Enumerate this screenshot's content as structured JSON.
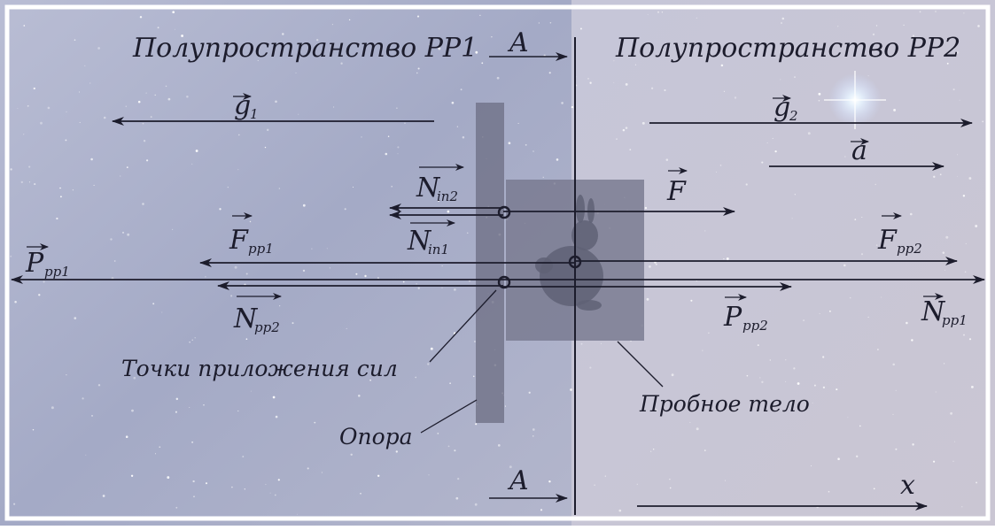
{
  "regions": {
    "left_title": "Полупространство РР1",
    "right_title": "Полупространство РР2"
  },
  "section": {
    "top": "A",
    "bottom": "A"
  },
  "vectors": {
    "g1": {
      "letter": "g",
      "sub": "1"
    },
    "g2": {
      "letter": "g",
      "sub": "2"
    },
    "a": {
      "letter": "a",
      "sub": ""
    },
    "F": {
      "letter": "F",
      "sub": ""
    },
    "N_in2": {
      "letter": "N",
      "sub": "in2"
    },
    "N_in1": {
      "letter": "N",
      "sub": "in1"
    },
    "F_pp1": {
      "letter": "F",
      "sub": "pp1"
    },
    "F_pp2": {
      "letter": "F",
      "sub": "pp2"
    },
    "P_pp1": {
      "letter": "P",
      "sub": "pp1"
    },
    "N_pp2": {
      "letter": "N",
      "sub": "pp2"
    },
    "P_pp2": {
      "letter": "P",
      "sub": "pp2"
    },
    "N_pp1": {
      "letter": "N",
      "sub": "pp1"
    }
  },
  "axis": {
    "x_label": "x"
  },
  "captions": {
    "points": "Точки приложения сил",
    "support": "Опора",
    "body": "Пробное тело"
  },
  "colors": {
    "sky_left": "#a8aec9",
    "sky_right": "#c4c3d6",
    "ink": "#1c1c2c",
    "support": "#6e7085",
    "body": "#77798f"
  }
}
